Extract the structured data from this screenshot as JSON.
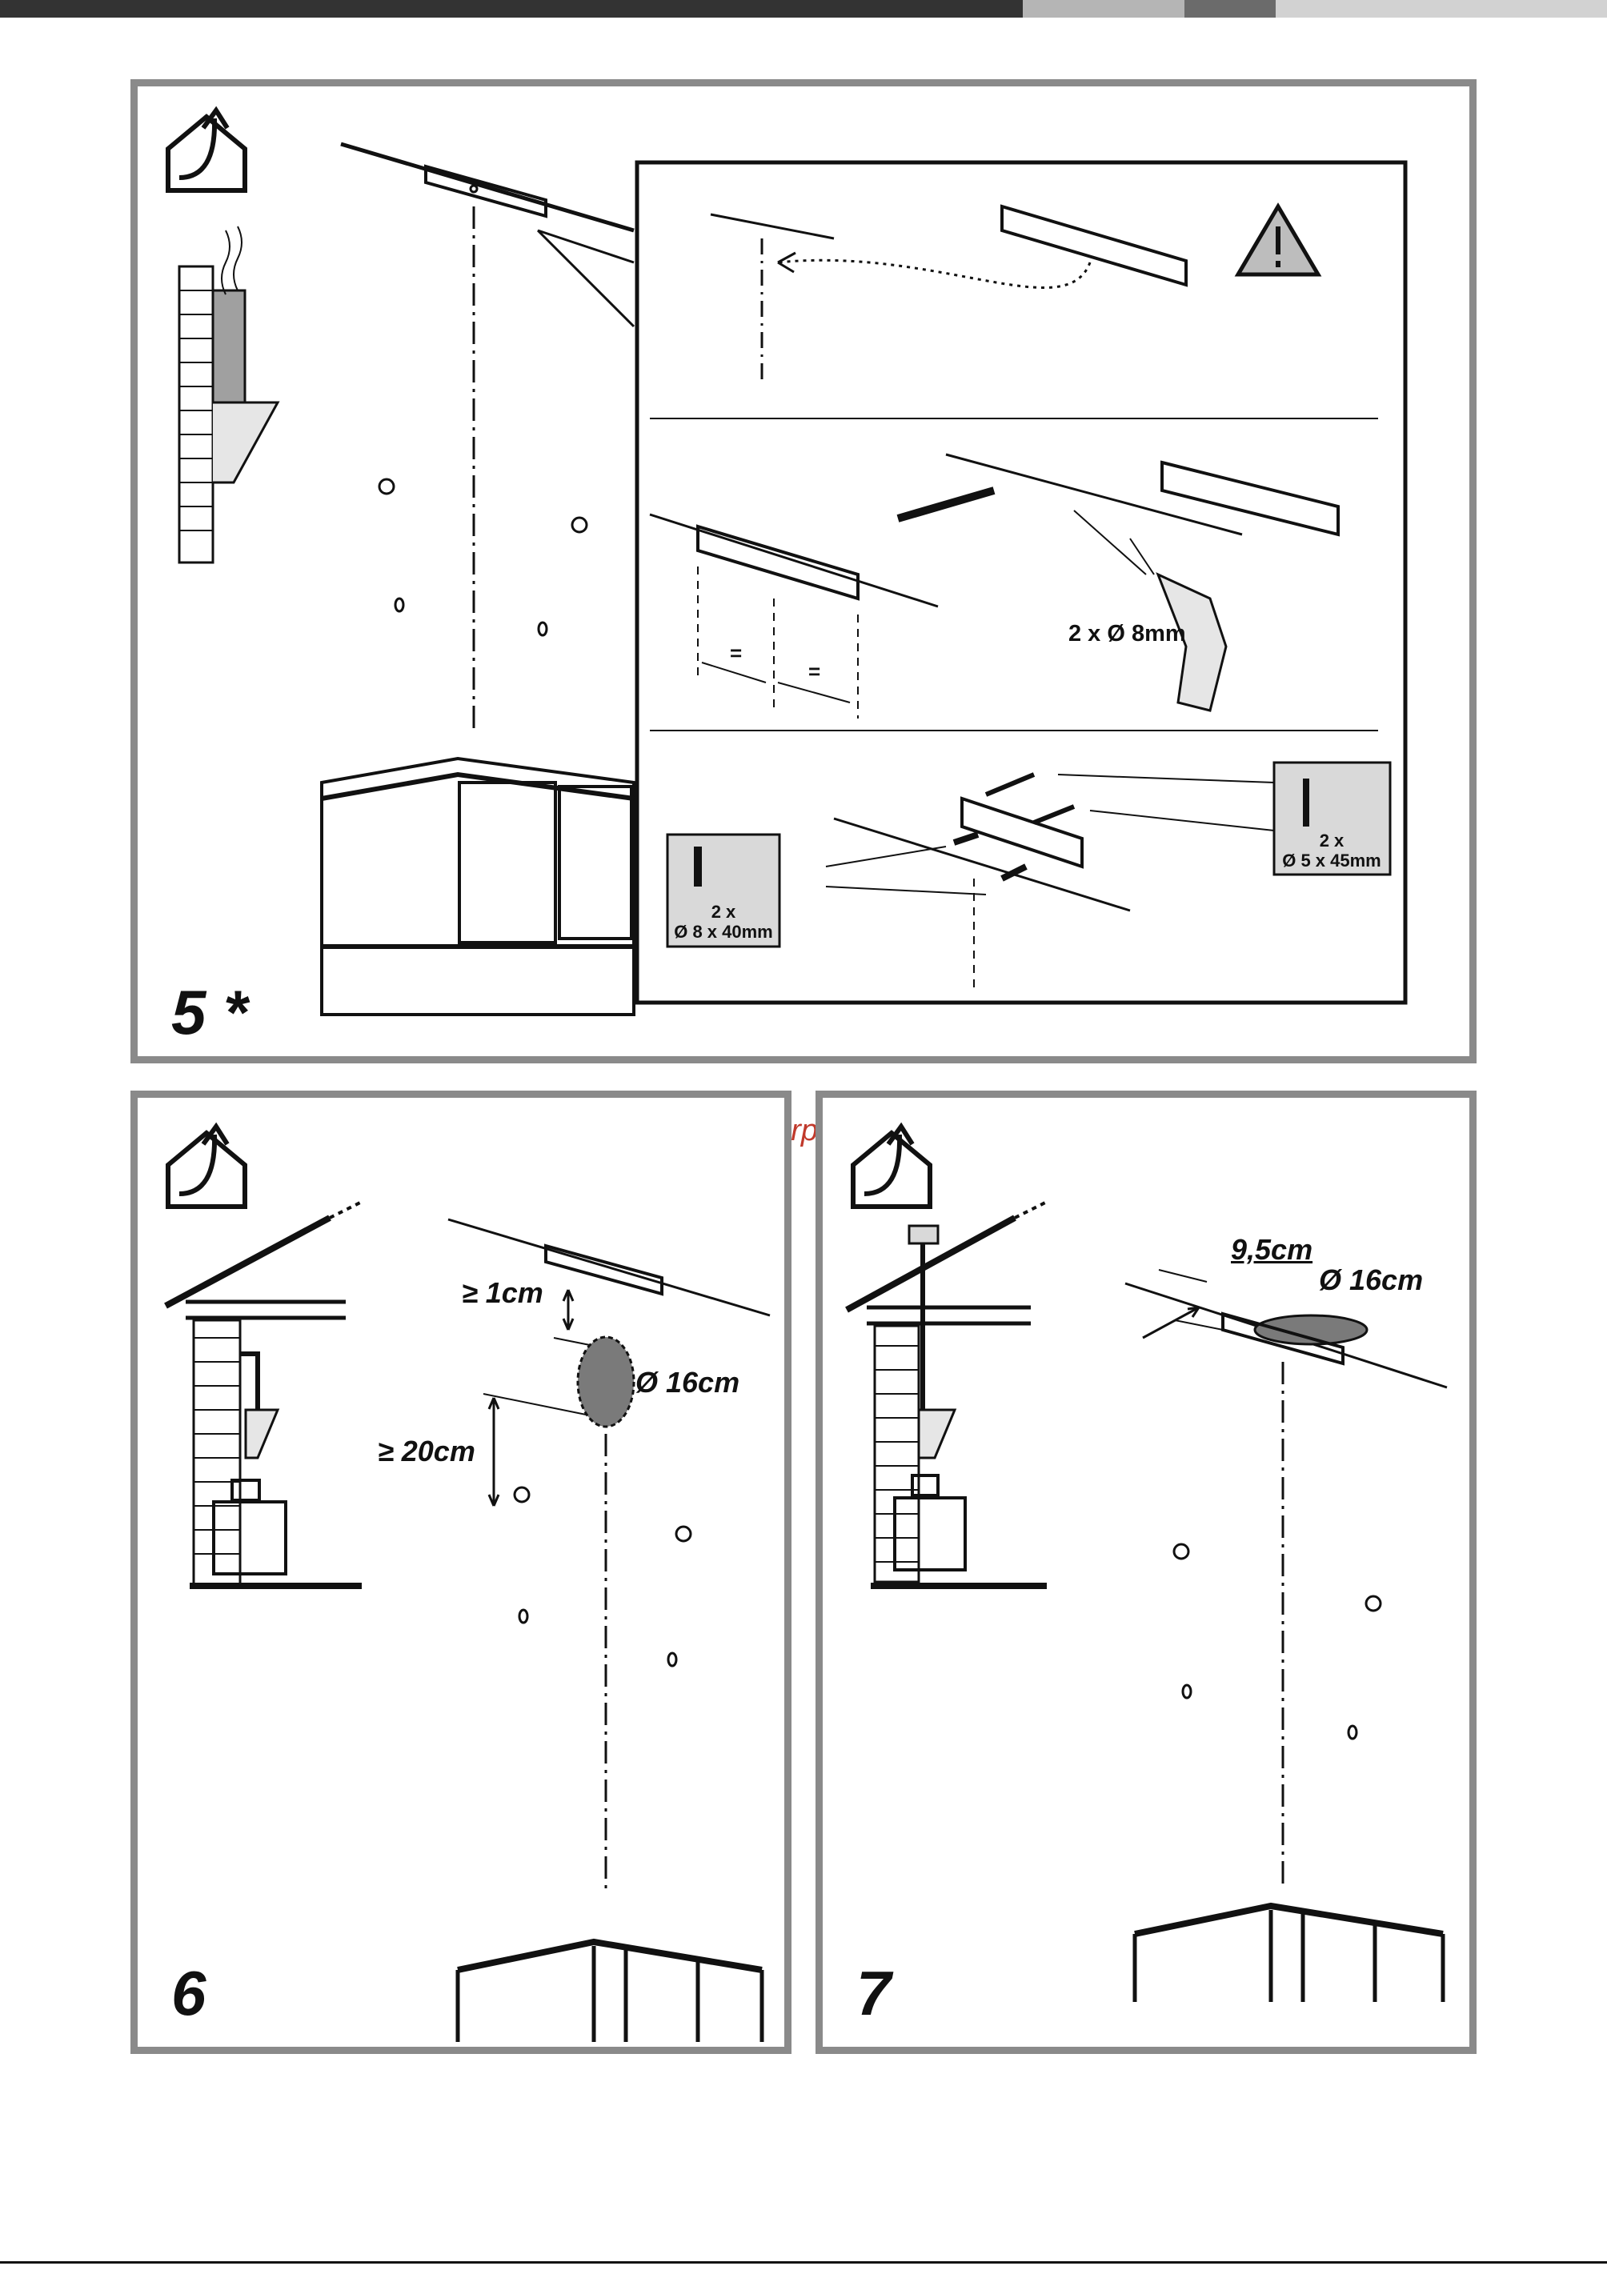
{
  "header_bar": {
    "segments": [
      {
        "color": "#333333",
        "from": 0,
        "to": 1278
      },
      {
        "color": "#b5b5b5",
        "from": 1278,
        "to": 1480
      },
      {
        "color": "#6b6b6b",
        "from": 1480,
        "to": 1594
      },
      {
        "color": "#d2d2d2",
        "from": 1594,
        "to": 2008
      }
    ]
  },
  "watermark": "McGrp.Ru",
  "panel_5": {
    "step_number": "5 *",
    "icon": "house-duct-outlet-icon",
    "detail": {
      "warning_icon": "warning-triangle-icon",
      "drill_label": "2 x Ø 8mm",
      "equal_mark_left": "=",
      "equal_mark_right": "=",
      "screw_box": {
        "count": "2 x",
        "size": "Ø 5 x 45mm"
      },
      "plug_box": {
        "count": "2 x",
        "size": "Ø 8 x 40mm"
      }
    }
  },
  "panel_6": {
    "step_number": "6",
    "icon": "house-duct-outlet-icon",
    "clearance_top": "≥ 1cm",
    "clearance_hole": "≥ 20cm",
    "hole_diameter": "Ø 16cm"
  },
  "panel_7": {
    "step_number": "7",
    "icon": "house-duct-outlet-icon",
    "offset": "9,5cm",
    "hole_diameter": "Ø 16cm"
  },
  "colors": {
    "frame": "#8a8a8a",
    "box_fill": "#d9d9d9",
    "hole_fill": "#7a7a7a",
    "watermark": "#c0392b"
  }
}
